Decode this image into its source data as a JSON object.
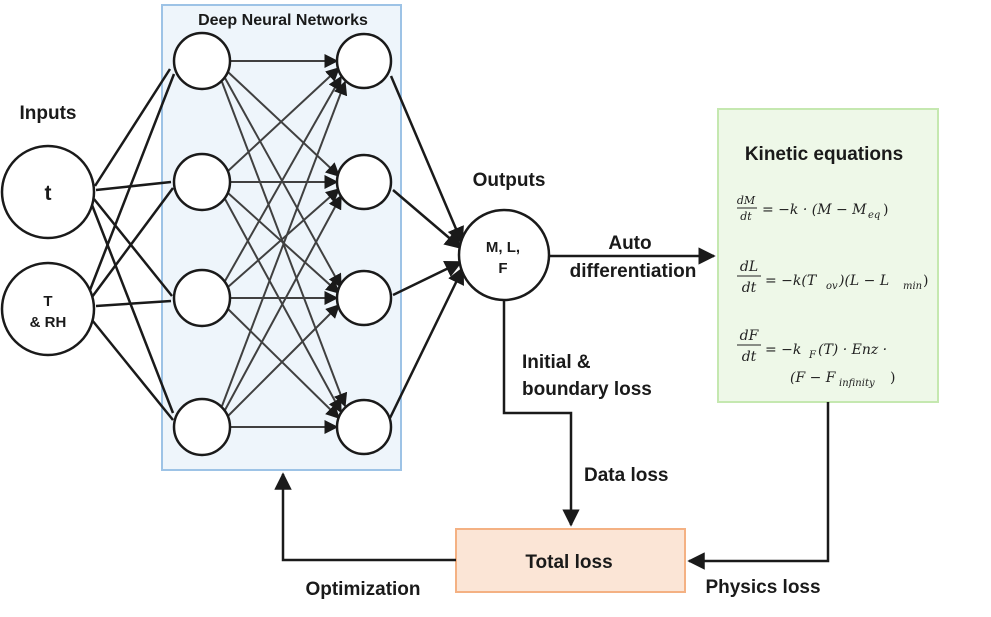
{
  "colors": {
    "dnn_fill": "#eef5fb",
    "dnn_border": "#9dc3e6",
    "kinetic_fill": "#eef8e8",
    "kinetic_border": "#c5e8b0",
    "total_fill": "#fbe5d6",
    "total_border": "#f4b183",
    "line": "#1a1a1a"
  },
  "labels": {
    "inputs": "Inputs",
    "dnn_title": "Deep Neural Networks",
    "outputs": "Outputs",
    "kinetic_title": "Kinetic equations",
    "auto": "Auto",
    "differentiation": "differentiation",
    "initial": "Initial &",
    "boundary": "boundary loss",
    "data_loss": "Data loss",
    "total_loss": "Total loss",
    "optimization": "Optimization",
    "physics_loss": "Physics loss"
  },
  "input_nodes": {
    "t": "t",
    "trh_line1": "T",
    "trh_line2": "& RH"
  },
  "output_node": {
    "line1": "M, L,",
    "line2": "F"
  },
  "equations": {
    "eq1": {
      "num": "dM",
      "den": "dt",
      "rhs": "= −k · (M − M",
      "sub": "eq",
      "end": ")"
    },
    "eq2": {
      "num": "dL",
      "den": "dt",
      "rhs_a": "= −k(T",
      "sub_a": "ov",
      "rhs_b": ")(L − L",
      "sub_b": "min",
      "end": ")"
    },
    "eq3": {
      "num": "dF",
      "den": "dt",
      "rhs_a": "= −k",
      "sub_a": "F",
      "rhs_b": "(T) · Enz ·",
      "line2_a": "(F − F",
      "line2_sub": "infinity",
      "line2_end": ")"
    }
  }
}
